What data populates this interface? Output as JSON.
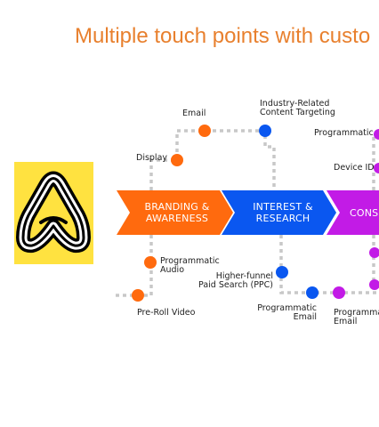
{
  "title": "Multiple touch points with custo",
  "colors": {
    "title": "#E8802E",
    "awareness": "#FF6A0E",
    "interest": "#0A57F0",
    "consideration": "#C21BE6",
    "connector": "#C8C8C8",
    "logo_bg": "#FFE240"
  },
  "logo": {
    "icon": "a-monogram-logo"
  },
  "stages": [
    {
      "label_line1": "BRANDING &",
      "label_line2": "AWARENESS"
    },
    {
      "label_line1": "INTEREST &",
      "label_line2": "RESEARCH"
    },
    {
      "label_line1": "CONS",
      "label_line2": ""
    }
  ],
  "touchpoints": {
    "email": "Email",
    "display": "Display",
    "industry_line1": "Industry-Related",
    "industry_line2": "Content Targeting",
    "programmatic": "Programmatic",
    "device_id": "Device ID",
    "programmatic_audio_line1": "Programmatic",
    "programmatic_audio_line2": "Audio",
    "pre_roll_video": "Pre-Roll Video",
    "ppc_line1": "Higher-funnel",
    "ppc_line2": "Paid Search (PPC)",
    "prog_email_line1": "Programmatic",
    "prog_email_line2": "Email",
    "prog_email2_line1": "Programma",
    "prog_email2_line2": "Email"
  }
}
